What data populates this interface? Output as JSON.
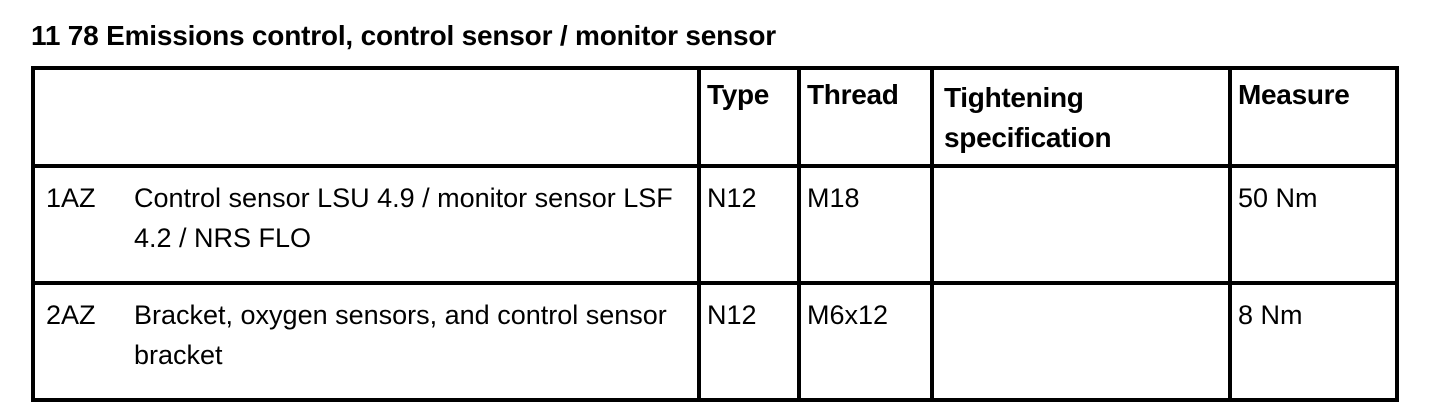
{
  "document": {
    "title": "11 78 Emissions control, control sensor / monitor sensor"
  },
  "table": {
    "columns": [
      {
        "key": "item",
        "label": ""
      },
      {
        "key": "type",
        "label": "Type"
      },
      {
        "key": "thread",
        "label": "Thread"
      },
      {
        "key": "tighten",
        "label": "Tightening specification"
      },
      {
        "key": "measure",
        "label": "Measure"
      }
    ],
    "headers": {
      "item": "",
      "type": "Type",
      "thread": "Thread",
      "tighten_line1": "Tightening",
      "tighten_line2": "specification",
      "measure": "Measure"
    },
    "rows": [
      {
        "code": "1AZ",
        "description": "Control sensor LSU 4.9 / monitor sensor LSF 4.2 / NRS FLO",
        "type": "N12",
        "thread": "M18",
        "tightening_specification": "",
        "measure": "50 Nm"
      },
      {
        "code": "2AZ",
        "description": "Bracket, oxygen sensors, and control sensor bracket",
        "type": "N12",
        "thread": "M6x12",
        "tightening_specification": "",
        "measure": "8 Nm"
      }
    ]
  },
  "colors": {
    "page_background": "#ffffff",
    "text": "#000000",
    "border": "#000000"
  }
}
